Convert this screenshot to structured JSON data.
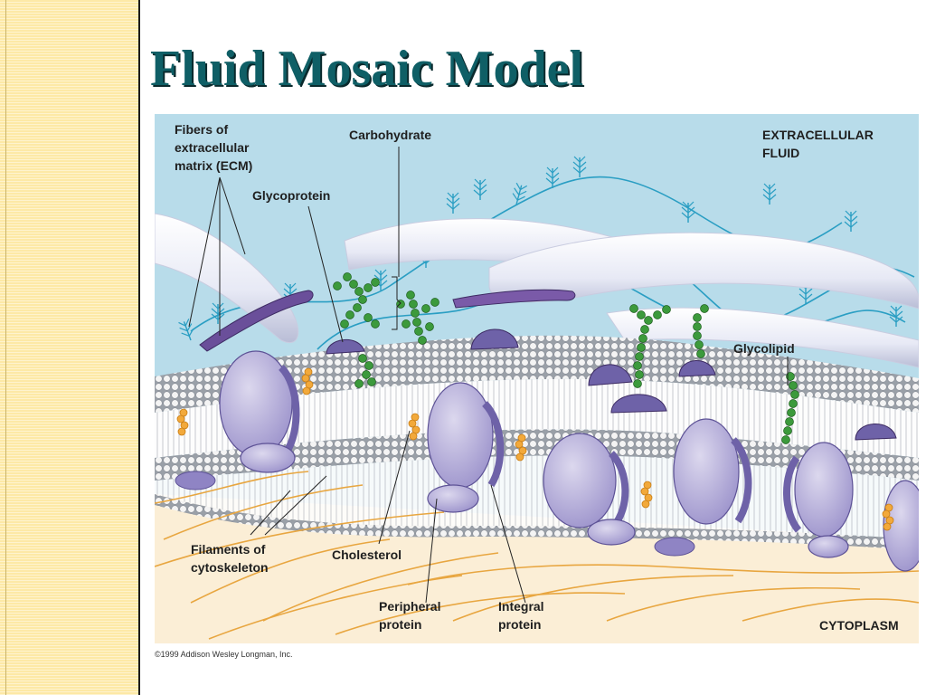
{
  "slide": {
    "title": "Fluid Mosaic Model"
  },
  "diagram": {
    "labels": {
      "fibers_ecm": [
        "Fibers of",
        "extracellular",
        "matrix (ECM)"
      ],
      "carbohydrate": "Carbohydrate",
      "glycoprotein": "Glycoprotein",
      "extracellular_fluid": [
        "EXTRACELLULAR",
        "FLUID"
      ],
      "glycolipid": "Glycolipid",
      "filaments": [
        "Filaments of",
        "cytoskeleton"
      ],
      "cholesterol": "Cholesterol",
      "peripheral_protein": [
        "Peripheral",
        "protein"
      ],
      "integral_protein": [
        "Integral",
        "protein"
      ],
      "cytoplasm": "CYTOPLASM",
      "copyright": "©1999 Addison Wesley Longman, Inc."
    },
    "colors": {
      "extracellular": "#b8dcea",
      "cytoplasm": "#fbeed6",
      "membrane_head": "#f4f4f4",
      "protein": "#b3acd6",
      "protein_dark": "#6e62a8",
      "carbohydrate": "#3c9a3c",
      "cholesterol": "#f2a93b",
      "filament": "#e8a640",
      "ecm_fiber": "#eef0f8"
    }
  }
}
